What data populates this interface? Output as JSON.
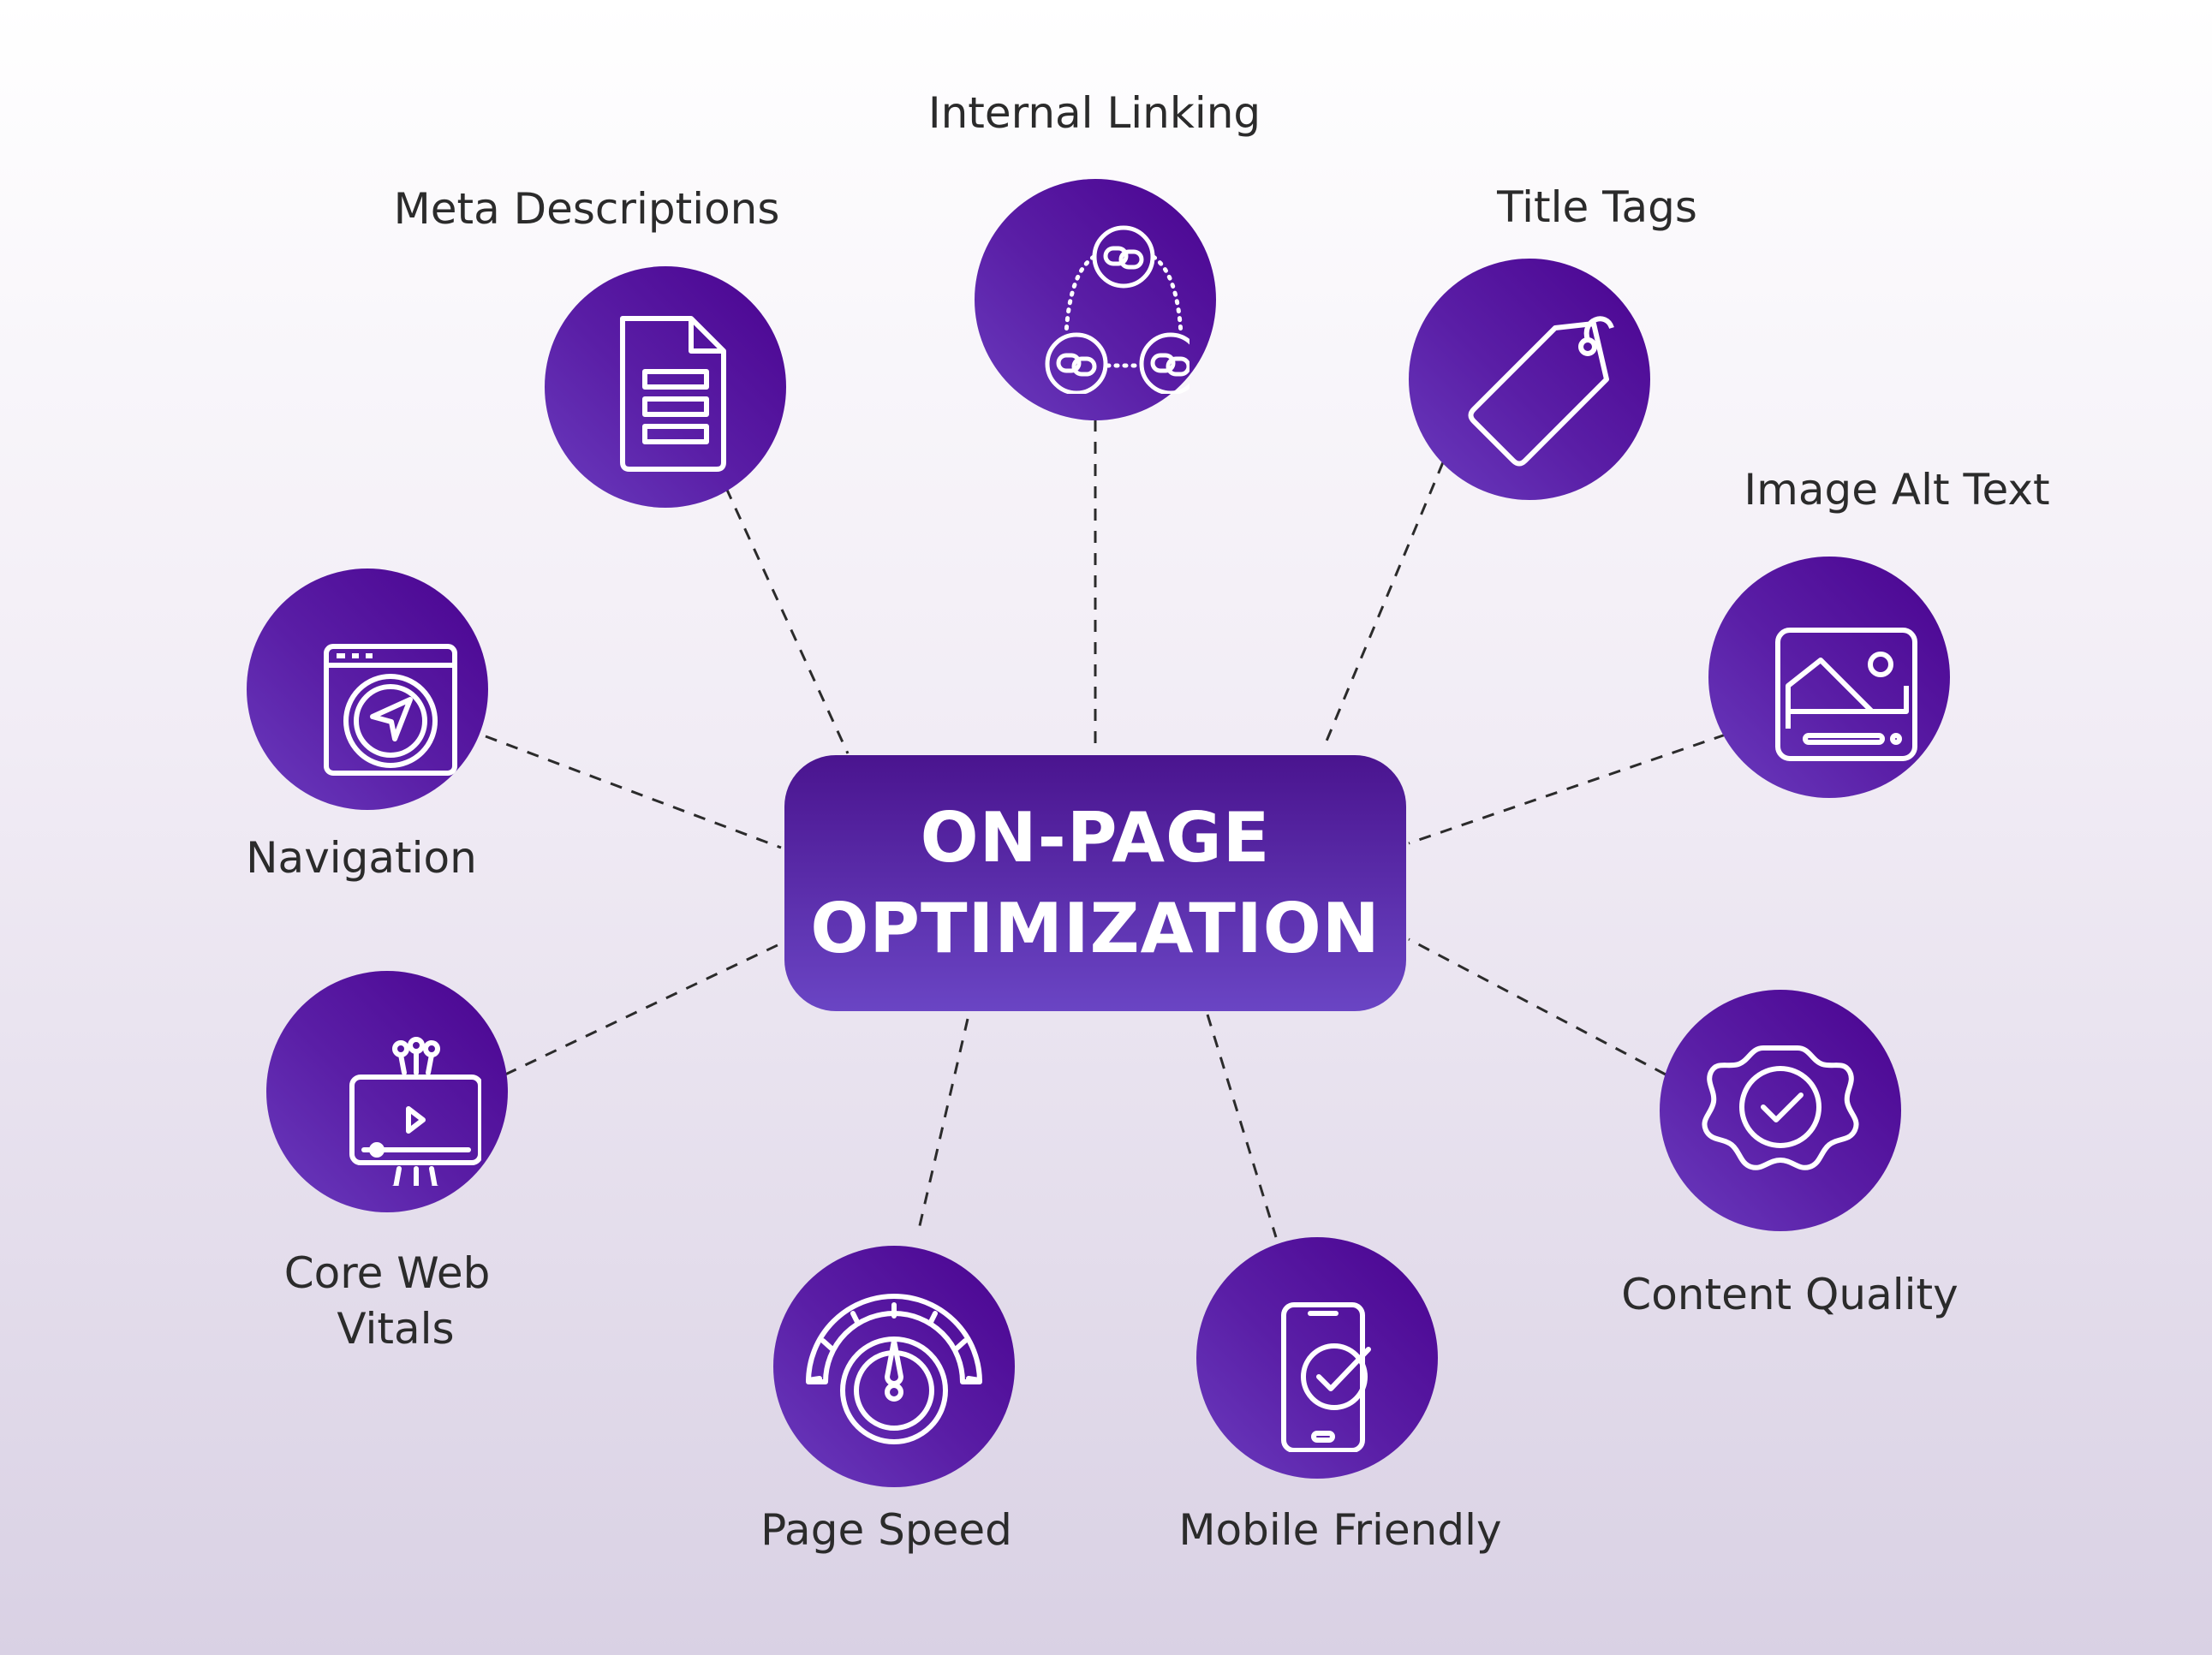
{
  "hub": {
    "line1": "ON-PAGE",
    "line2": "OPTIMIZATION"
  },
  "nodes": [
    {
      "id": "internal-linking",
      "label": "Internal Linking",
      "icon": "chain-link-icon"
    },
    {
      "id": "meta-descriptions",
      "label": "Meta Descriptions",
      "icon": "document-icon"
    },
    {
      "id": "title-tags",
      "label": "Title Tags",
      "icon": "tag-icon"
    },
    {
      "id": "image-alt-text",
      "label": "Image Alt Text",
      "icon": "image-icon"
    },
    {
      "id": "navigation",
      "label": "Navigation",
      "icon": "navigation-browser-icon"
    },
    {
      "id": "core-web-vitals",
      "label_line1": "Core Web",
      "label_line2": "Vitals",
      "icon": "video-player-icon"
    },
    {
      "id": "content-quality",
      "label": "Content Quality",
      "icon": "quality-badge-icon"
    },
    {
      "id": "page-speed",
      "label": "Page Speed",
      "icon": "speedometer-icon"
    },
    {
      "id": "mobile-friendly",
      "label": "Mobile Friendly",
      "icon": "mobile-check-icon"
    }
  ],
  "colors": {
    "hub_top": "#4a148f",
    "hub_bottom": "#6a45c4",
    "node": "#4a0390",
    "text": "#2b2b2b",
    "icon_stroke": "#ffffff"
  }
}
